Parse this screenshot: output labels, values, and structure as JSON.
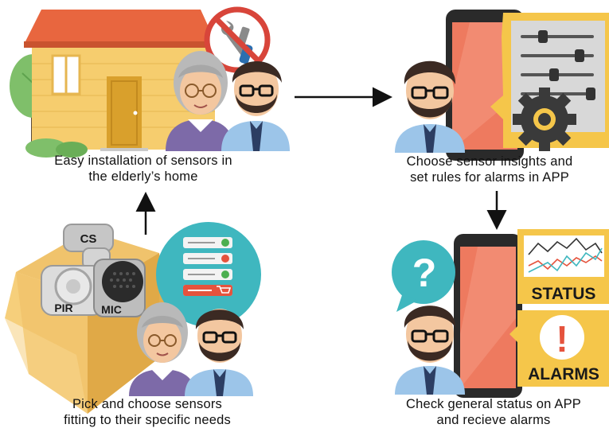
{
  "steps": [
    {
      "id": "install",
      "lines": [
        "Easy installation of sensors in",
        "the elderly’s home"
      ]
    },
    {
      "id": "configure",
      "lines": [
        "Choose sensor insights and",
        "set rules for alarms in APP"
      ]
    },
    {
      "id": "pick",
      "lines": [
        "Pick and choose sensors",
        "fitting to their specific needs"
      ]
    },
    {
      "id": "monitor",
      "lines": [
        "Check general status on APP",
        "and recieve alarms"
      ]
    }
  ],
  "sensor_labels": {
    "cs": "CS",
    "pir": "PIR",
    "mic": "MIC"
  },
  "app_panels": {
    "status": "STATUS",
    "alarms": "ALARMS",
    "question": "?",
    "alert": "!"
  },
  "icons": [
    "house-icon",
    "tree-icon",
    "no-tools-icon",
    "sliders-icon",
    "gear-icon",
    "phone-icon",
    "checklist-icon",
    "cart-icon",
    "question-icon",
    "alert-icon",
    "line-chart-icon",
    "box-icon"
  ],
  "colors": {
    "house_wall": "#f6cd6e",
    "roof": "#e8663f",
    "door": "#d9a02c",
    "phone_screen": "#ee7a5f",
    "teal": "#3fb7bf",
    "panel_yellow": "#f5c64a",
    "gear": "#3a3a3a",
    "shirt_blue": "#9cc5e9",
    "elder_purple": "#7d6aa8",
    "skin": "#f3c7a0",
    "hair_dark": "#3b2a23",
    "ok_green": "#4caf50",
    "bad_red": "#e5533d"
  }
}
